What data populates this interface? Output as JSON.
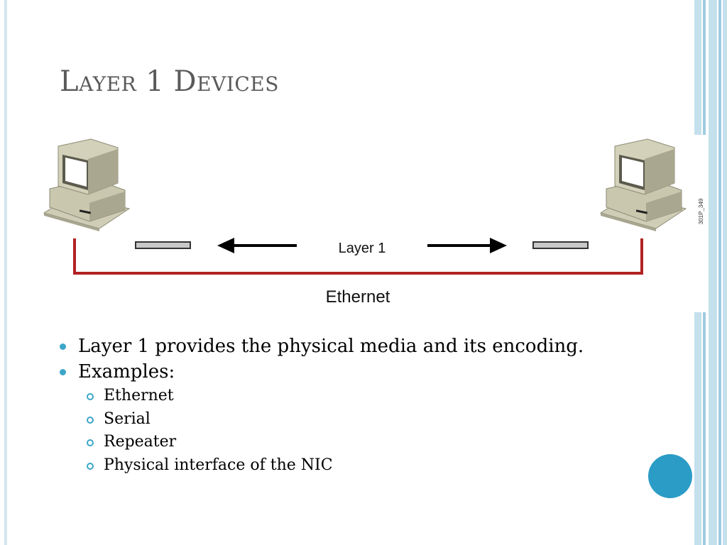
{
  "slide": {
    "title": "Layer 1 Devices",
    "diagram": {
      "layer_label": "Layer 1",
      "cable_label": "Ethernet",
      "figure_code": "301P_349",
      "icons": [
        "desktop-computer-icon",
        "desktop-computer-icon"
      ],
      "colors": {
        "cable": "#b22222",
        "arrow": "#000000"
      }
    },
    "bullets": [
      {
        "text": "Layer 1 provides the physical media and its encoding."
      },
      {
        "text": "Examples:",
        "sub": [
          "Ethernet",
          "Serial",
          "Repeater",
          "Physical interface of the NIC"
        ]
      }
    ],
    "theme": {
      "accent": "#3ba6c8",
      "circle": "#2b9cc6",
      "stripe": "#a9cfe0"
    }
  }
}
